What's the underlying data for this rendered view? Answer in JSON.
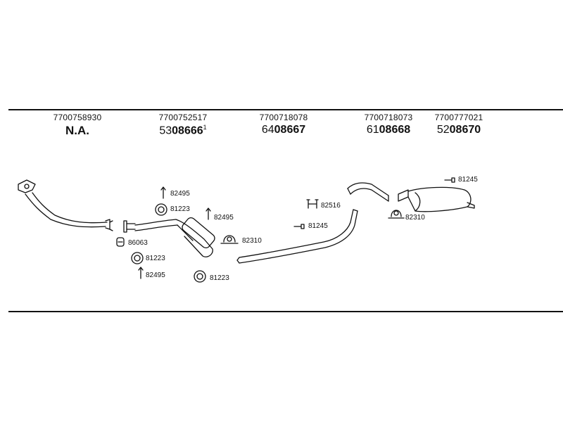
{
  "columns": [
    {
      "ref": "7700758930",
      "code_prefix": "",
      "code_main": "N.A.",
      "code_suffix": ""
    },
    {
      "ref": "7700752517",
      "code_prefix": "53",
      "code_main": "08666",
      "code_suffix": "1"
    },
    {
      "ref": "7700718078",
      "code_prefix": "64",
      "code_main": "08667",
      "code_suffix": ""
    },
    {
      "ref": "7700718073",
      "code_prefix": "61",
      "code_main": "08668",
      "code_suffix": ""
    },
    {
      "ref": "7700777021",
      "code_prefix": "52",
      "code_main": "08670",
      "code_suffix": ""
    }
  ],
  "parts": {
    "bolt_82495_a": "82495",
    "ring_81223_a": "81223",
    "bolt_82495_b": "82495",
    "clamp_82310_a": "82310",
    "hanger_86063": "86063",
    "ring_81223_b": "81223",
    "bolt_82495_c": "82495",
    "ring_81223_c": "81223",
    "bracket_82516": "82516",
    "clip_81245_a": "81245",
    "clamp_82310_b": "82310",
    "clip_81245_b": "81245"
  },
  "icons": {
    "stroke": "#111111"
  }
}
